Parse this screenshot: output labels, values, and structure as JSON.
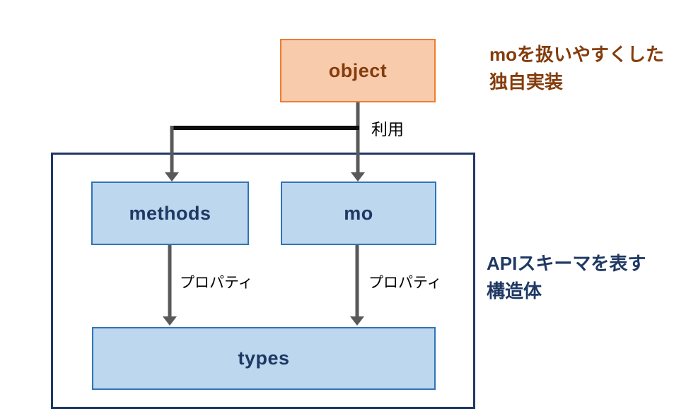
{
  "diagram": {
    "boxes": {
      "object": {
        "label": "object"
      },
      "methods": {
        "label": "methods"
      },
      "mo": {
        "label": "mo"
      },
      "types": {
        "label": "types"
      }
    },
    "edge_labels": {
      "use": "利用",
      "property_left": "プロパティ",
      "property_right": "プロパティ"
    },
    "annotations": {
      "custom_impl": {
        "line1": "moを扱いやすくした",
        "line2": "独自実装"
      },
      "api_schema": {
        "line1": "APIスキーマを表す",
        "line2": "構造体"
      }
    },
    "colors": {
      "orange_fill": "#F8CBAD",
      "orange_border": "#ED7D31",
      "orange_text": "#843C0C",
      "blue_fill": "#BDD7EE",
      "blue_border": "#2E75B6",
      "navy_text": "#1F3864",
      "container_border": "#203864",
      "arrow_gray": "#595959",
      "branch_line_black": "#0D0D0D",
      "background": "#FFFFFF"
    }
  }
}
